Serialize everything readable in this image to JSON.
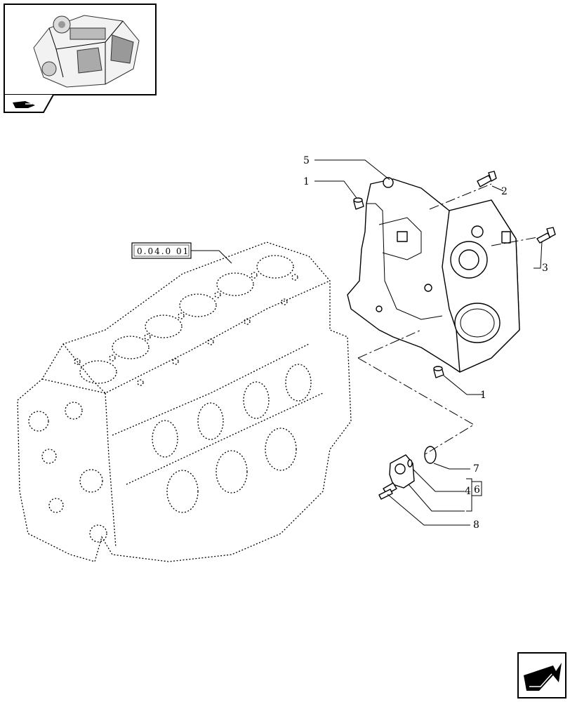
{
  "thumbnail": {
    "icon": "engine-thumbnail-icon",
    "tab_icon": "book-arrow-icon"
  },
  "reference_box": {
    "label": "0.04.0 01"
  },
  "callouts": {
    "c1_top": "1",
    "c1_bottom": "1",
    "c2": "2",
    "c3": "3",
    "c4": "4",
    "c5": "5",
    "c6": "6",
    "c7": "7",
    "c8": "8"
  },
  "nav": {
    "icon": "next-page-arrow-icon"
  }
}
